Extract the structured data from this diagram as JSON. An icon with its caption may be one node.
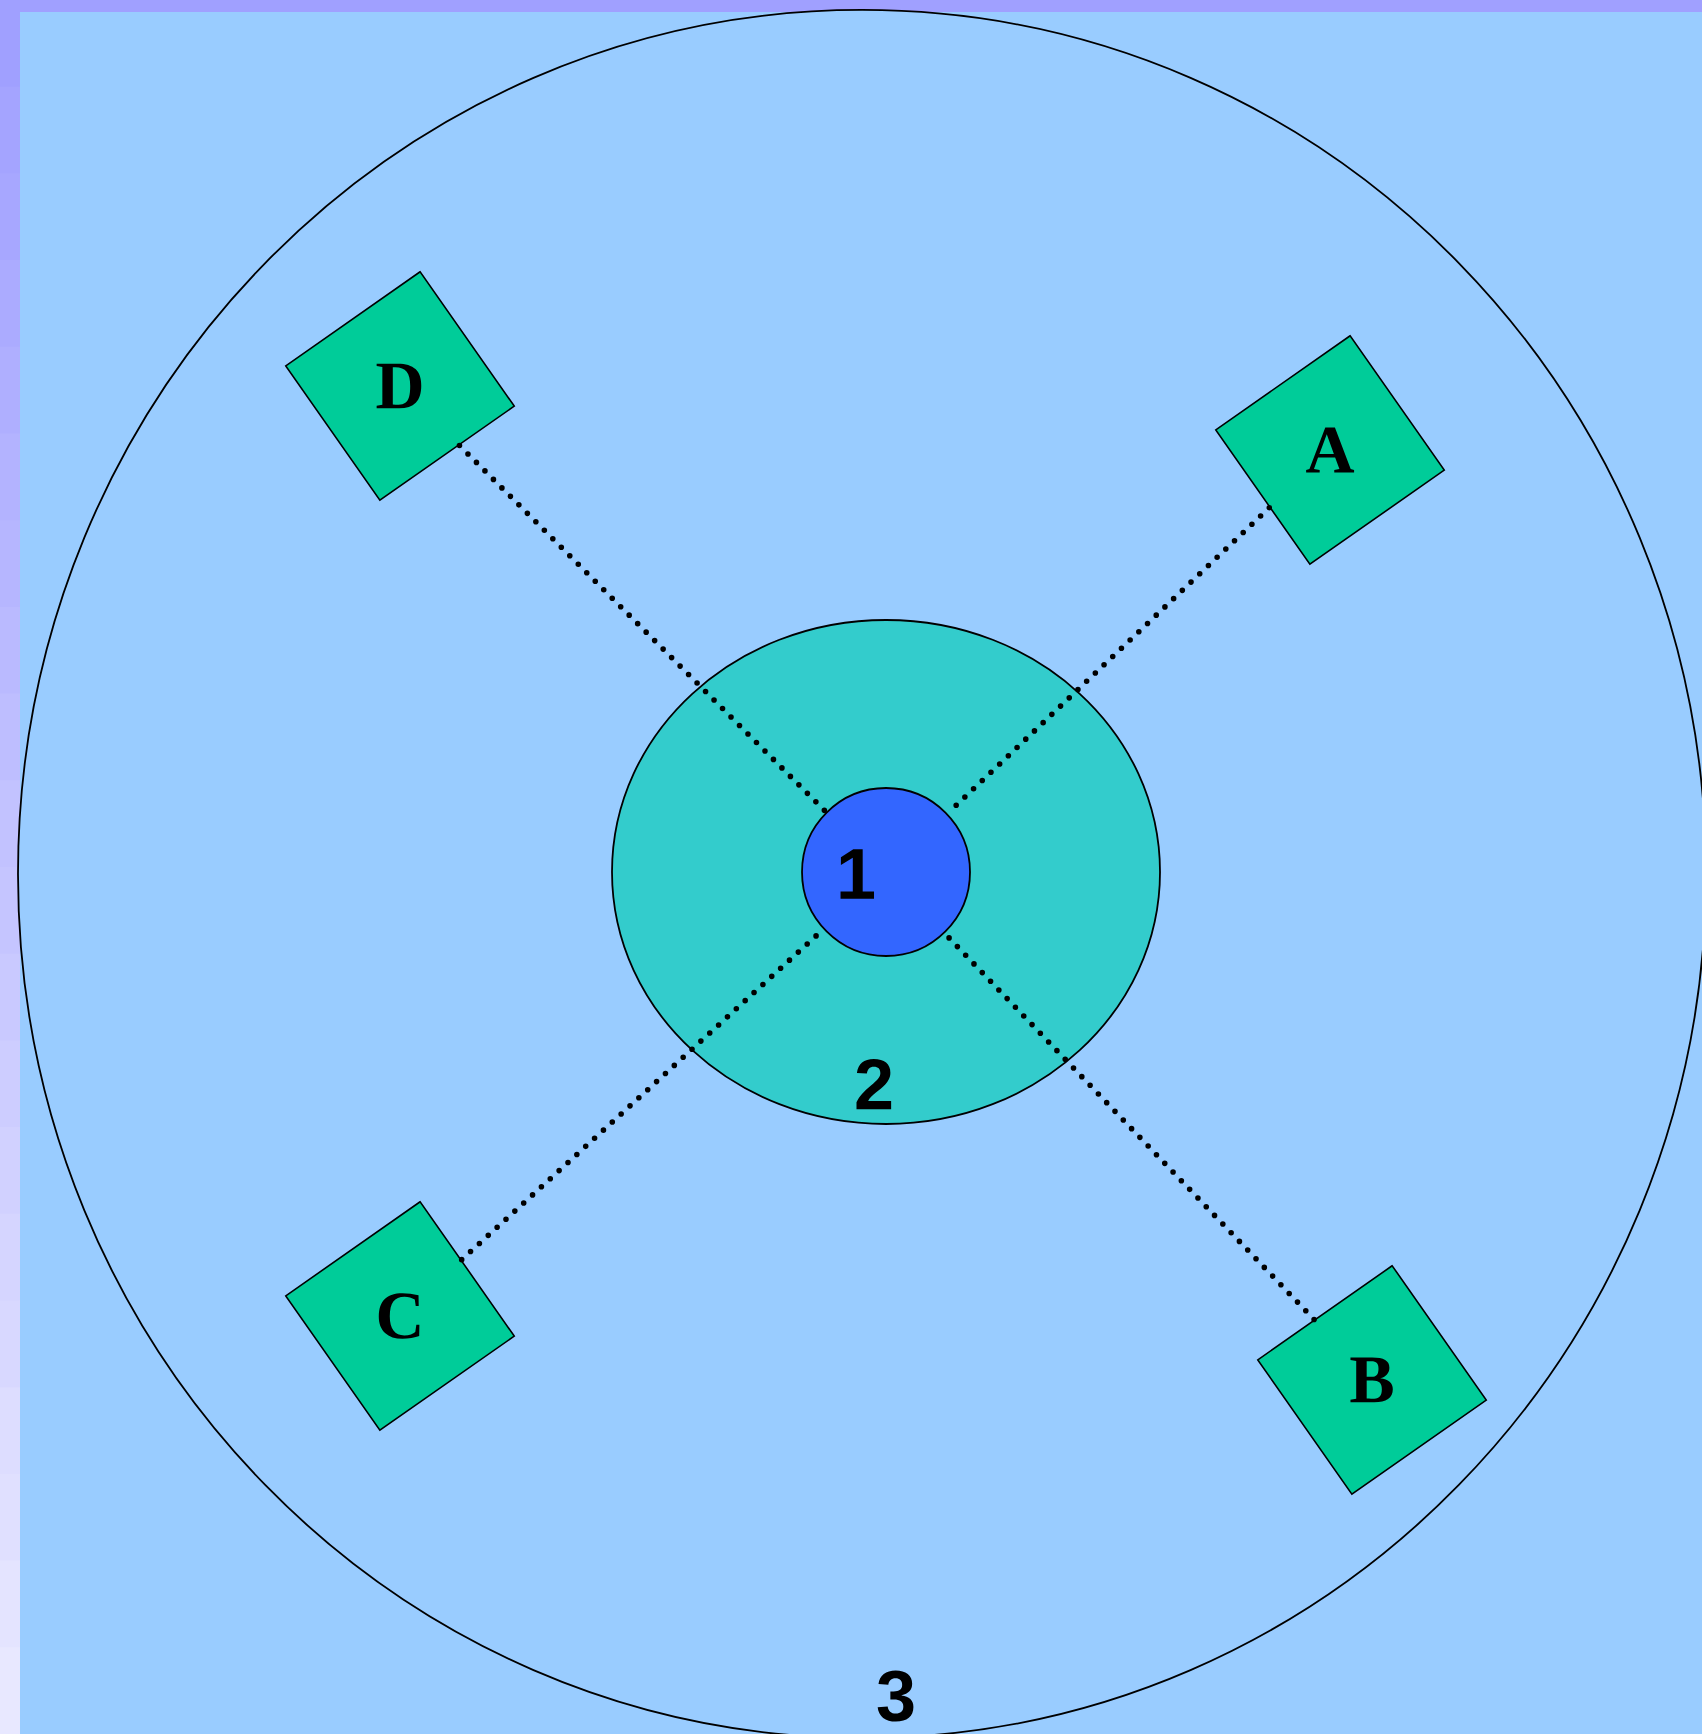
{
  "diagram": {
    "nodes": [
      {
        "text": [
          "3"
        ]
      },
      {
        "text": [
          "2"
        ],
        "in": 0
      },
      {
        "text": [
          "1"
        ],
        "in": 1
      },
      {
        "text": [
          "D"
        ],
        "in": 0
      },
      {
        "text": [
          "A"
        ],
        "in": 0
      },
      {
        "text": [
          "C"
        ],
        "in": 0
      },
      {
        "text": [
          "B"
        ],
        "in": 0
      }
    ],
    "edges": [
      {
        "from": 3,
        "to": 2,
        "arrow": "none",
        "style": "dashed"
      },
      {
        "from": 4,
        "to": 2,
        "arrow": "none",
        "style": "dashed"
      },
      {
        "from": 5,
        "to": 2,
        "arrow": "none",
        "style": "dashed"
      },
      {
        "from": 6,
        "to": 2,
        "arrow": "none",
        "style": "dashed"
      }
    ]
  }
}
